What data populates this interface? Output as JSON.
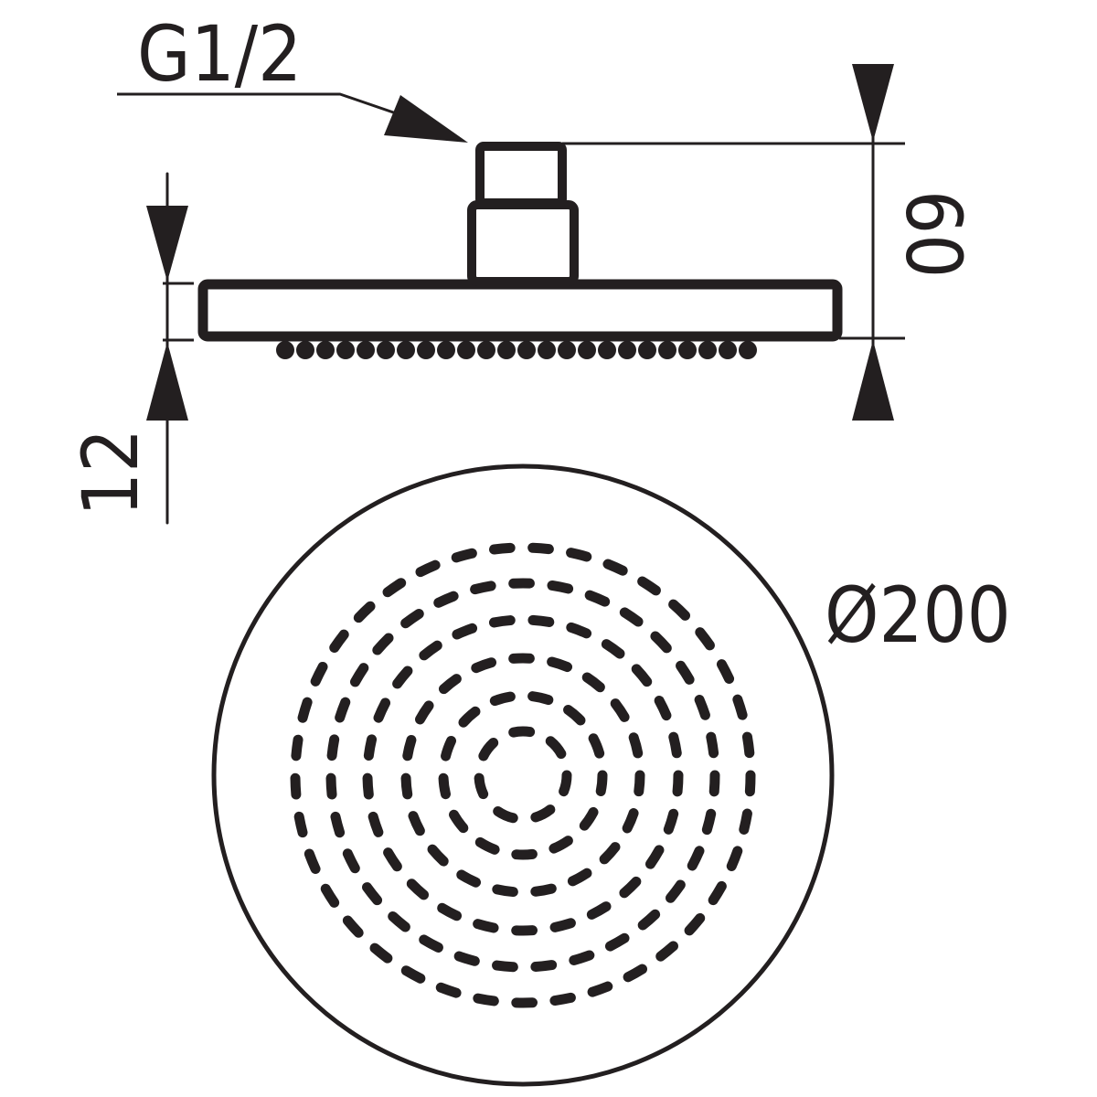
{
  "drawing": {
    "thread_label": "G1/2",
    "height_label": "60",
    "plate_thickness_label": "12",
    "diameter_label": "Ø200",
    "ink_color": "#231f20",
    "nozzle_rings": 6
  }
}
